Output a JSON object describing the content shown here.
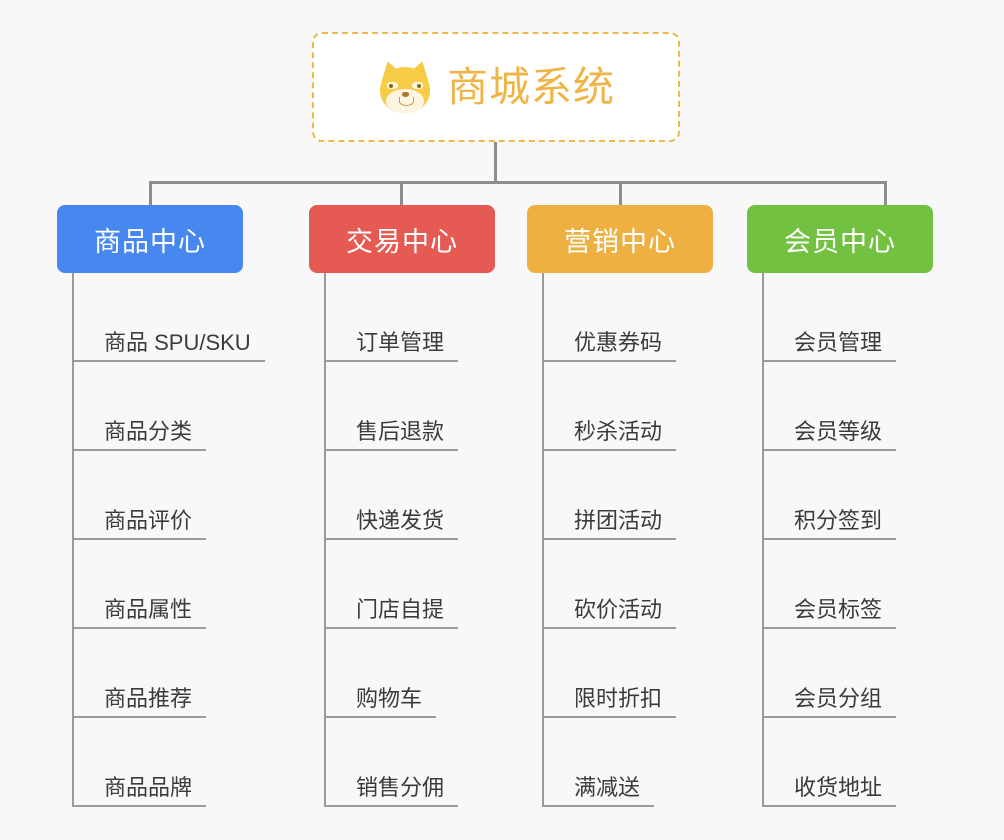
{
  "background_color": "#f8f8f8",
  "root": {
    "title": "商城系统",
    "icon": "shiba-inu-dog-face-emoji",
    "text_color": "#f0b446",
    "border_color": "#f0b74a",
    "background_color": "#ffffff"
  },
  "connector_color": "#8d8d8d",
  "branches": [
    {
      "label": "商品中心",
      "color": "#4788f0",
      "items": [
        "商品 SPU/SKU",
        "商品分类",
        "商品评价",
        "商品属性",
        "商品推荐",
        "商品品牌"
      ]
    },
    {
      "label": "交易中心",
      "color": "#e55b54",
      "items": [
        "订单管理",
        "售后退款",
        "快递发货",
        "门店自提",
        "购物车",
        "销售分佣"
      ]
    },
    {
      "label": "营销中心",
      "color": "#eeb141",
      "items": [
        "优惠券码",
        "秒杀活动",
        "拼团活动",
        "砍价活动",
        "限时折扣",
        "满减送"
      ]
    },
    {
      "label": "会员中心",
      "color": "#72c141",
      "items": [
        "会员管理",
        "会员等级",
        "积分签到",
        "会员标签",
        "会员分组",
        "收货地址"
      ]
    }
  ]
}
